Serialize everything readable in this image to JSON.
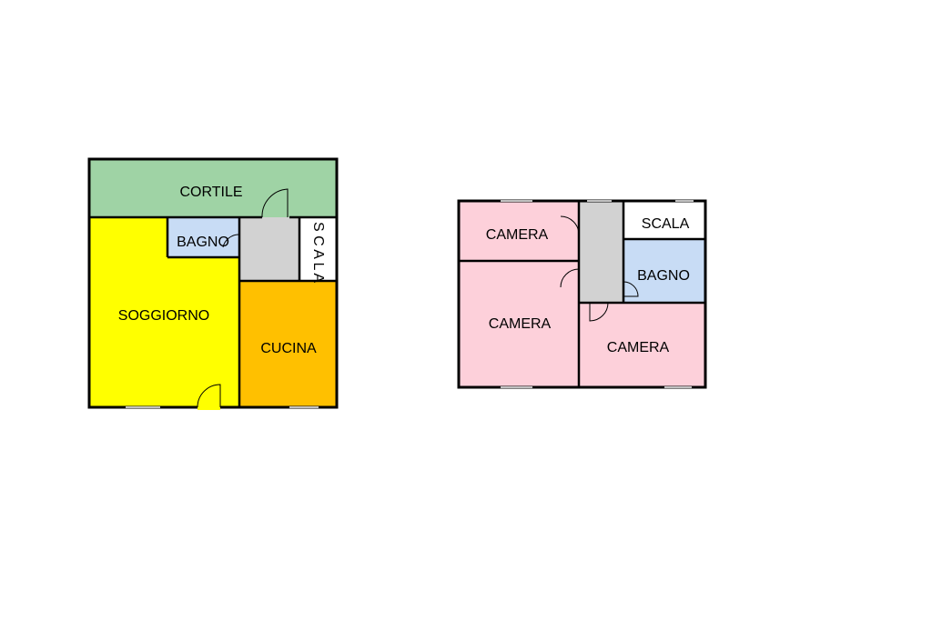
{
  "ground_floor": {
    "rooms": [
      {
        "id": "cortile",
        "label": "CORTILE",
        "color": "#9fd3a5"
      },
      {
        "id": "bagno",
        "label": "BAGNO",
        "color": "#c8dcf5"
      },
      {
        "id": "scala",
        "label": "S C A L A",
        "color": "#ffffff"
      },
      {
        "id": "disimpegno",
        "label": "",
        "color": "#d2d2d2"
      },
      {
        "id": "soggiorno",
        "label": "SOGGIORNO",
        "color": "#ffff00"
      },
      {
        "id": "cucina",
        "label": "CUCINA",
        "color": "#ffc000"
      }
    ]
  },
  "first_floor": {
    "rooms": [
      {
        "id": "camera1",
        "label": "CAMERA",
        "color": "#fdd0da"
      },
      {
        "id": "corridoio",
        "label": "",
        "color": "#d2d2d2"
      },
      {
        "id": "scala",
        "label": "SCALA",
        "color": "#ffffff"
      },
      {
        "id": "bagno",
        "label": "BAGNO",
        "color": "#c8dcf5"
      },
      {
        "id": "camera2",
        "label": "CAMERA",
        "color": "#fdd0da"
      },
      {
        "id": "camera3",
        "label": "CAMERA",
        "color": "#fdd0da"
      }
    ]
  }
}
